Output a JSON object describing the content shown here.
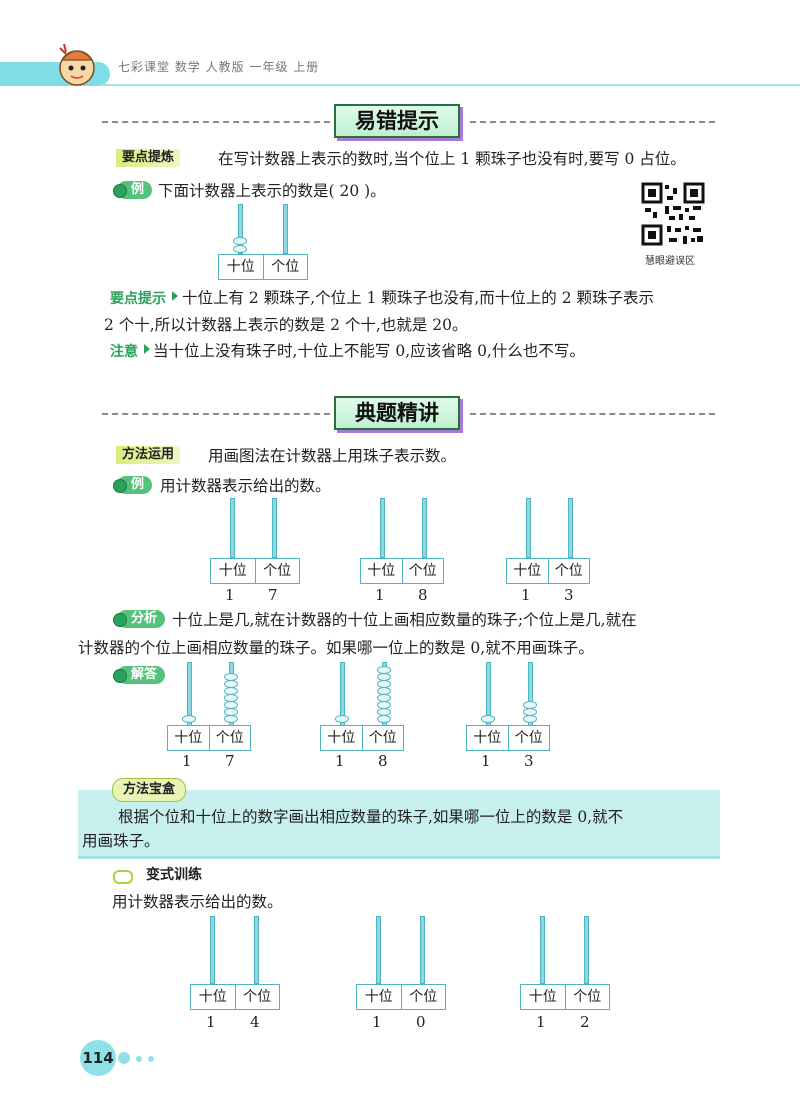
{
  "header": {
    "text": "七彩课堂  数学 人教版 一年级 上册"
  },
  "section1": {
    "title": "易错提示",
    "keypoint_tag": "要点提炼",
    "keypoint_text": "在写计数器上表示的数时,当个位上 1 颗珠子也没有时,要写 0 占位。",
    "example_tag": "例",
    "example_text": "下面计数器上表示的数是( 20 )。",
    "qr_label": "慧眼避误区",
    "abacus": {
      "tens_label": "十位",
      "ones_label": "个位",
      "tens": 2,
      "ones": 0
    },
    "hint_tag": "要点提示",
    "hint_line1": "十位上有 2 颗珠子,个位上 1 颗珠子也没有,而十位上的 2 颗珠子表示",
    "hint_line2": "2 个十,所以计数器上表示的数是 2 个十,也就是 20。",
    "note_tag": "注意",
    "note_text": "当十位上没有珠子时,十位上不能写 0,应该省略 0,什么也不写。"
  },
  "section2": {
    "title": "典题精讲",
    "method_tag": "方法运用",
    "method_text": "用画图法在计数器上用珠子表示数。",
    "example_tag": "例",
    "example_text": "用计数器表示给出的数。",
    "abaci": [
      {
        "tens_label": "十位",
        "ones_label": "个位",
        "tens_digit": "1",
        "ones_digit": "7"
      },
      {
        "tens_label": "十位",
        "ones_label": "个位",
        "tens_digit": "1",
        "ones_digit": "8"
      },
      {
        "tens_label": "十位",
        "ones_label": "个位",
        "tens_digit": "1",
        "ones_digit": "3"
      }
    ],
    "analysis_tag": "分析",
    "analysis_line1": "十位上是几,就在计数器的十位上画相应数量的珠子;个位上是几,就在",
    "analysis_line2": "计数器的个位上画相应数量的珠子。如果哪一位上的数是 0,就不用画珠子。",
    "answer_tag": "解答",
    "answers": [
      {
        "tens_label": "十位",
        "ones_label": "个位",
        "tens_digit": "1",
        "ones_digit": "7",
        "tens": 1,
        "ones": 7
      },
      {
        "tens_label": "十位",
        "ones_label": "个位",
        "tens_digit": "1",
        "ones_digit": "8",
        "tens": 1,
        "ones": 8
      },
      {
        "tens_label": "十位",
        "ones_label": "个位",
        "tens_digit": "1",
        "ones_digit": "3",
        "tens": 1,
        "ones": 3
      }
    ]
  },
  "method_box": {
    "tag": "方法宝盒",
    "line1": "根据个位和十位上的数字画出相应数量的珠子,如果哪一位上的数是 0,就不",
    "line2": "用画珠子。"
  },
  "practice": {
    "title": "变式训练",
    "text": "用计数器表示给出的数。",
    "abaci": [
      {
        "tens_label": "十位",
        "ones_label": "个位",
        "tens_digit": "1",
        "ones_digit": "4"
      },
      {
        "tens_label": "十位",
        "ones_label": "个位",
        "tens_digit": "1",
        "ones_digit": "0"
      },
      {
        "tens_label": "十位",
        "ones_label": "个位",
        "tens_digit": "1",
        "ones_digit": "2"
      }
    ]
  },
  "page_number": "114",
  "colors": {
    "accent_cyan": "#8ee1e8",
    "green": "#2aa15c",
    "rod": "#4fb4c2"
  }
}
